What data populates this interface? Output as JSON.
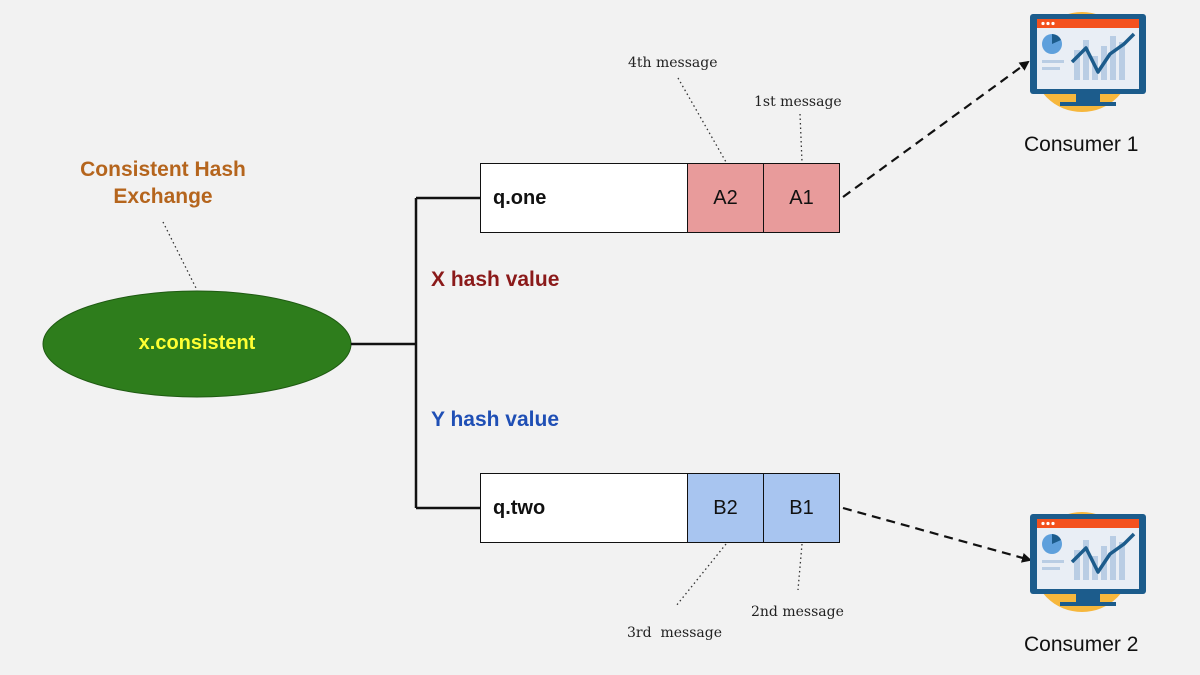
{
  "exchange": {
    "title_line1": "Consistent Hash",
    "title_line2": "Exchange",
    "name": "x.consistent"
  },
  "routes": {
    "x_hash": "X hash value",
    "y_hash": "Y hash value"
  },
  "queues": [
    {
      "name": "q.one",
      "messages": [
        "A2",
        "A1"
      ]
    },
    {
      "name": "q.two",
      "messages": [
        "B2",
        "B1"
      ]
    }
  ],
  "annotations": {
    "fourth": "4th message",
    "first": "1st message",
    "third": "3rd  message",
    "second": "2nd message"
  },
  "consumers": [
    {
      "label": "Consumer 1"
    },
    {
      "label": "Consumer 2"
    }
  ],
  "colors": {
    "background": "#f2f2f2",
    "exchange_fill": "#2e7d1c",
    "exchange_text": "#ffff33",
    "exchange_title": "#b5651d",
    "x_hash": "#8b1a1a",
    "y_hash": "#1f4fb5",
    "queue_one_msg": "#e89b9b",
    "queue_two_msg": "#a8c5f0",
    "monitor_frame": "#1c5c8c",
    "monitor_header": "#f4511e",
    "monitor_circle": "#f6b73c"
  },
  "icons": [
    "monitor-chart-icon"
  ]
}
